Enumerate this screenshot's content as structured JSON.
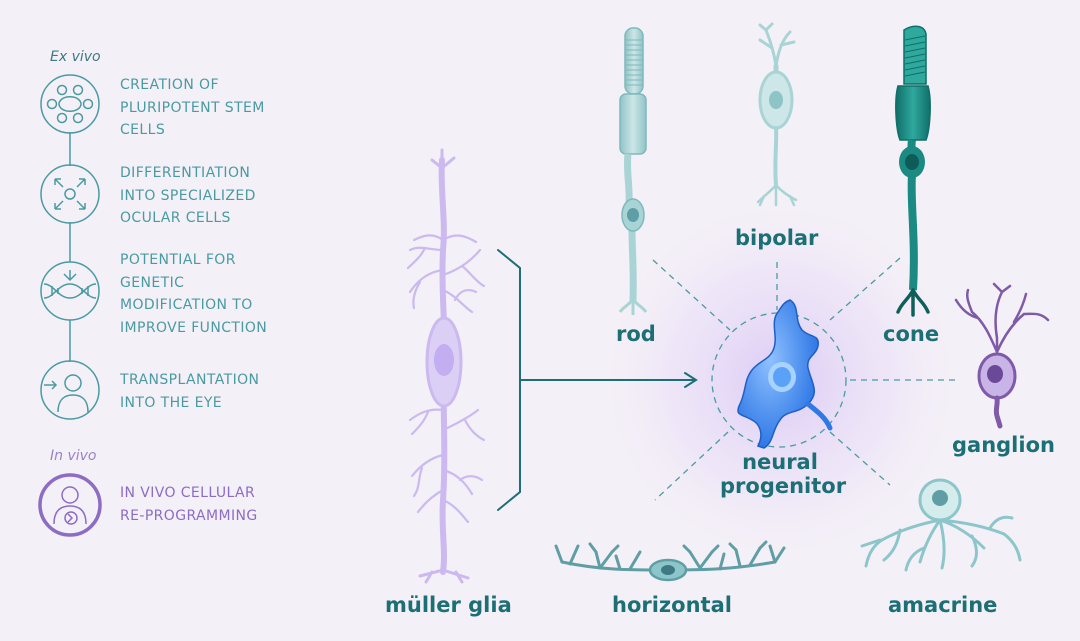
{
  "ex_vivo_title": "Ex vivo",
  "in_vivo_title": "In vivo",
  "steps": [
    {
      "label": "CREATION OF\nPLURIPOTENT STEM\nCELLS",
      "icon": "stem-cells-icon"
    },
    {
      "label": "DIFFERENTIATION\nINTO SPECIALIZED\nOCULAR CELLS",
      "icon": "differentiation-arrows-icon"
    },
    {
      "label": "POTENTIAL FOR\nGENETIC\nMODIFICATION TO\nIMPROVE FUNCTION",
      "icon": "dna-icon"
    },
    {
      "label": "TRANSPLANTATION\nINTO THE EYE",
      "icon": "person-arrow-icon"
    }
  ],
  "in_vivo_step": {
    "label": "IN VIVO CELLULAR\nRE-PROGRAMMING",
    "icon": "person-reprogramming-icon"
  },
  "cells": {
    "muller": "müller glia",
    "rod": "rod",
    "bipolar": "bipolar",
    "cone": "cone",
    "ganglion": "ganglion",
    "progenitor": "neural\nprogenitor",
    "horizontal": "horizontal",
    "amacrine": "amacrine"
  },
  "colors": {
    "teal_dark": "#1d6f76",
    "teal_mid": "#4a9aa2",
    "teal_light": "#a9d4d6",
    "cone_green": "#1a8a82",
    "purple": "#8d6cc4",
    "lavender": "#cbb9ef",
    "progenitor_blue": "#3d8bf2",
    "ganglion_purple": "#7e5aa8",
    "background": "#f4f0f7"
  }
}
